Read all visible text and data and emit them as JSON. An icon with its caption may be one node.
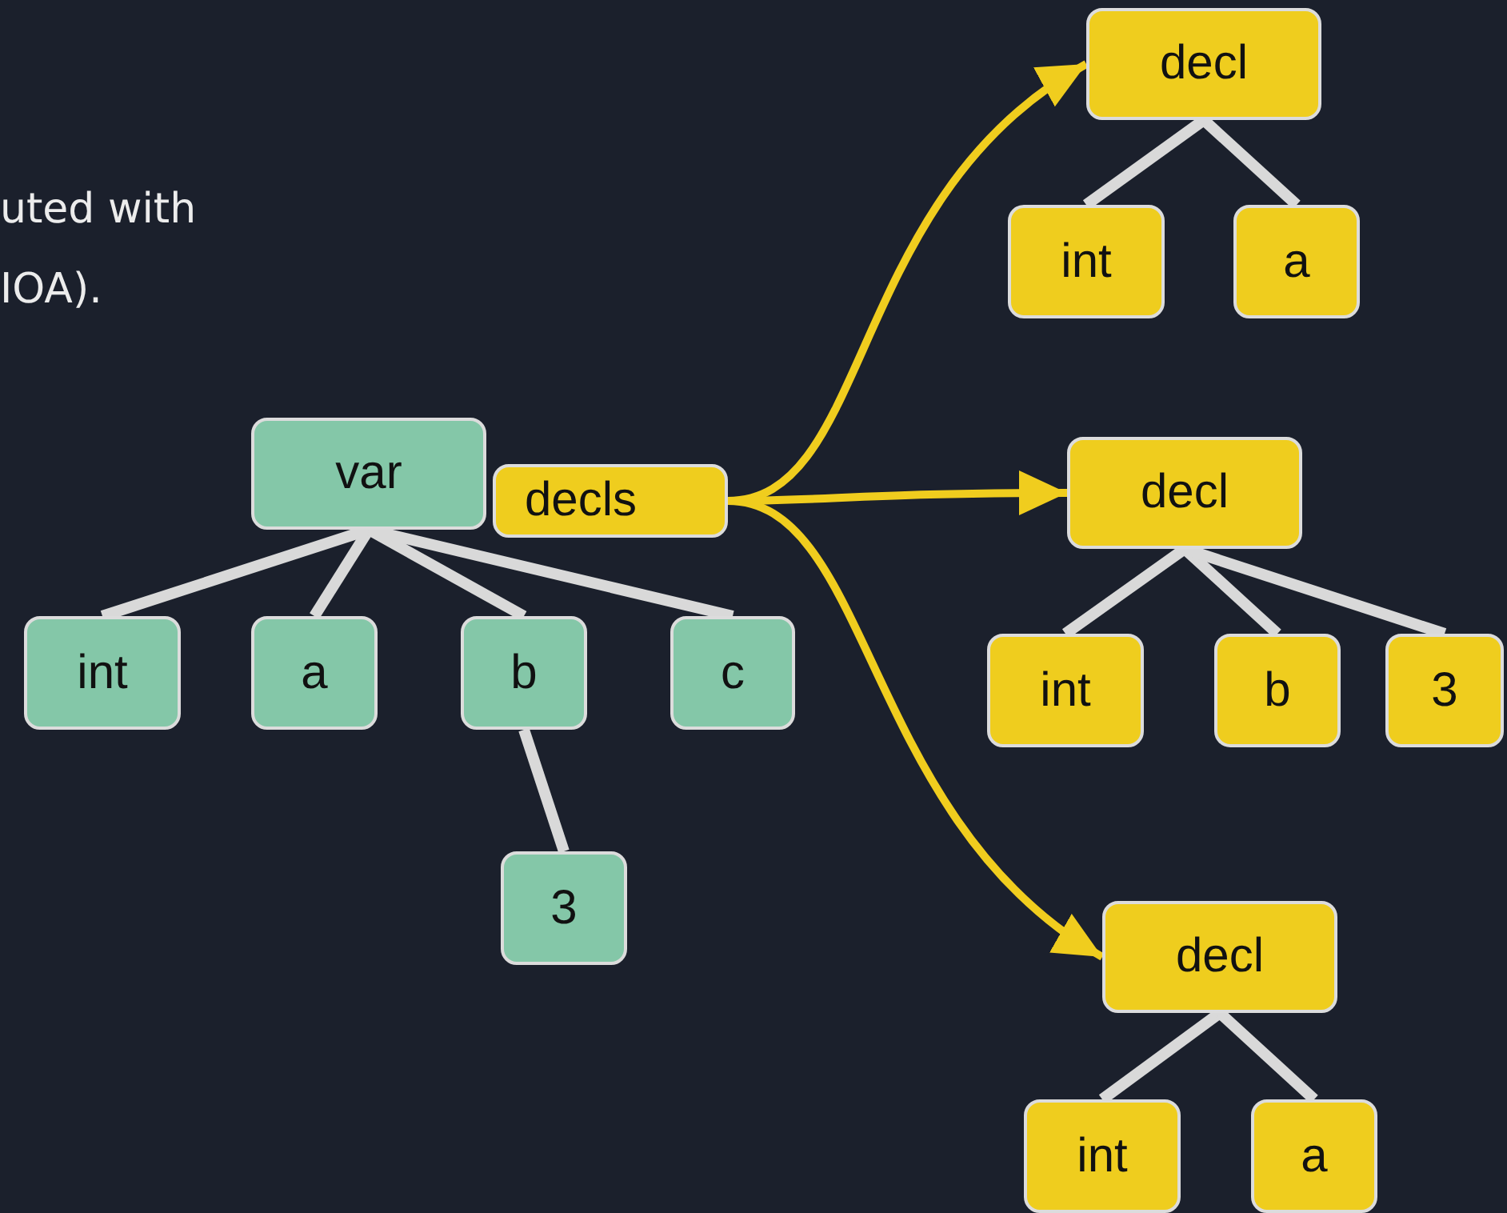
{
  "diagram": {
    "nodes": [
      {
        "text": [
          "var"
        ]
      },
      {
        "text": [
          "int"
        ]
      },
      {
        "text": [
          "a"
        ]
      },
      {
        "text": [
          "b"
        ]
      },
      {
        "text": [
          "c"
        ]
      },
      {
        "text": [
          "3"
        ]
      },
      {
        "text": [
          "decls"
        ]
      },
      {
        "text": [
          "decl"
        ]
      },
      {
        "text": [
          "int"
        ]
      },
      {
        "text": [
          "a"
        ]
      },
      {
        "text": [
          "decl"
        ]
      },
      {
        "text": [
          "int"
        ]
      },
      {
        "text": [
          "b"
        ]
      },
      {
        "text": [
          "3"
        ]
      },
      {
        "text": [
          "decl"
        ]
      },
      {
        "text": [
          "int"
        ]
      },
      {
        "text": [
          "a"
        ]
      }
    ],
    "edges": [
      {
        "from": 0,
        "to": 1,
        "arrow": "none"
      },
      {
        "from": 0,
        "to": 2,
        "arrow": "none"
      },
      {
        "from": 0,
        "to": 3,
        "arrow": "none"
      },
      {
        "from": 0,
        "to": 4,
        "arrow": "none"
      },
      {
        "from": 3,
        "to": 5,
        "arrow": "none"
      },
      {
        "from": 6,
        "to": 7,
        "arrow": "to",
        "color": "#f0cd1e"
      },
      {
        "from": 6,
        "to": 10,
        "arrow": "to",
        "color": "#f0cd1e"
      },
      {
        "from": 6,
        "to": 14,
        "arrow": "to",
        "color": "#f0cd1e"
      },
      {
        "from": 7,
        "to": 8,
        "arrow": "none"
      },
      {
        "from": 7,
        "to": 9,
        "arrow": "none"
      },
      {
        "from": 10,
        "to": 11,
        "arrow": "none"
      },
      {
        "from": 10,
        "to": 12,
        "arrow": "none"
      },
      {
        "from": 10,
        "to": 13,
        "arrow": "none"
      },
      {
        "from": 14,
        "to": 15,
        "arrow": "none"
      },
      {
        "from": 14,
        "to": 16,
        "arrow": "none"
      }
    ],
    "labels": [
      "uted with",
      "IOA)."
    ]
  }
}
